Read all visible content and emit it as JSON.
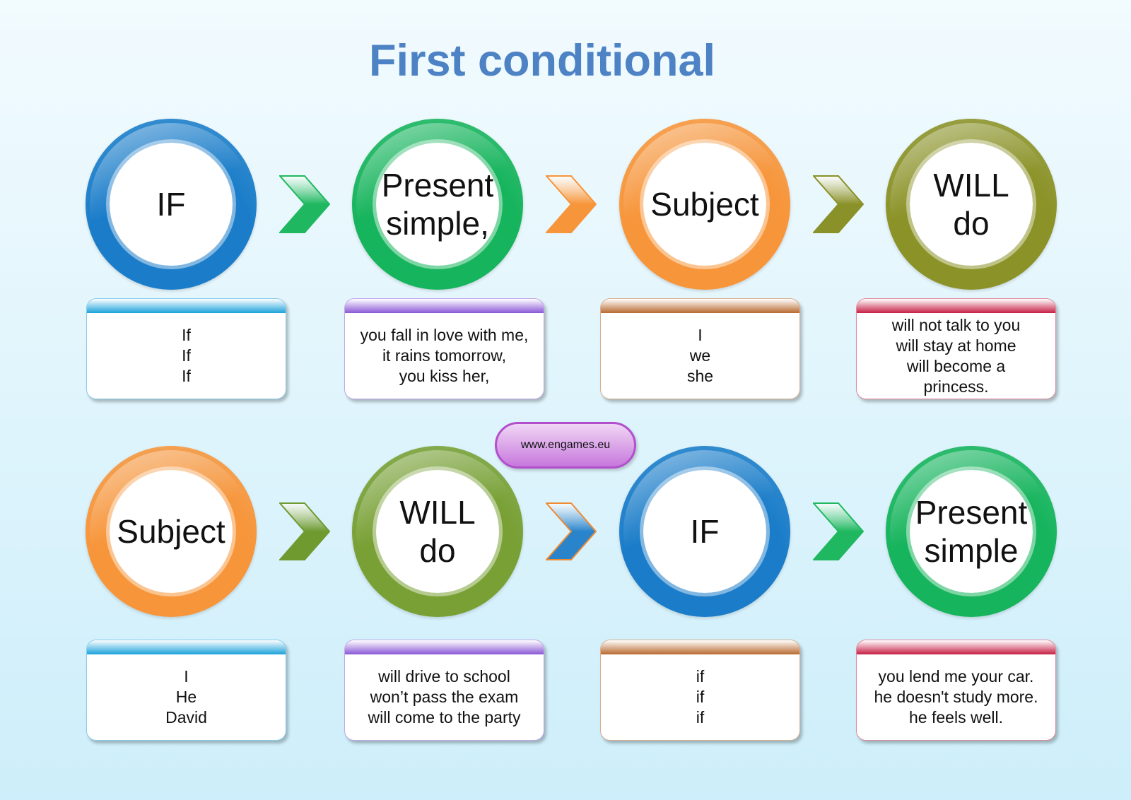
{
  "title": "First conditional",
  "watermark": "www.engames.eu",
  "row1": {
    "circles": [
      {
        "label": "IF",
        "color": "#1b7dc9"
      },
      {
        "label": "Present\nsimple,",
        "color": "#16b45c"
      },
      {
        "label": "Subject",
        "color": "#f7953a"
      },
      {
        "label": "WILL\ndo",
        "color": "#8b9227"
      }
    ],
    "arrows": [
      "#1fb860",
      "#f7953a",
      "#8a9128"
    ],
    "boxes": [
      {
        "header_color": "#1aa2da",
        "lines": [
          "If",
          "If",
          "If"
        ]
      },
      {
        "header_color": "#8a58d6",
        "lines": [
          "you fall in love with me,",
          "it rains tomorrow,",
          "you kiss her,"
        ]
      },
      {
        "header_color": "#b8692f",
        "lines": [
          "I",
          "we",
          "she"
        ]
      },
      {
        "header_color": "#c61f45",
        "lines": [
          "will not talk to you",
          "will stay at home",
          "will become a",
          "princess."
        ]
      }
    ]
  },
  "row2": {
    "circles": [
      {
        "label": "Subject",
        "color": "#f7953a"
      },
      {
        "label": "WILL\ndo",
        "color": "#78a034"
      },
      {
        "label": "IF",
        "color": "#1b7dc9"
      },
      {
        "label": "Present\nsimple",
        "color": "#16b45c"
      }
    ],
    "arrows": [
      "#6e9a30",
      "#2a84cc",
      "#1fb860"
    ],
    "boxes": [
      {
        "header_color": "#1aa2da",
        "lines": [
          "I",
          "He",
          "David"
        ]
      },
      {
        "header_color": "#8a58d6",
        "lines": [
          "will drive to school",
          "won’t pass the exam",
          "will come to the party"
        ]
      },
      {
        "header_color": "#b8692f",
        "lines": [
          "if",
          "if",
          "if"
        ]
      },
      {
        "header_color": "#c61f45",
        "lines": [
          "you lend me your car.",
          "he doesn't study more.",
          "he feels well."
        ]
      }
    ]
  }
}
